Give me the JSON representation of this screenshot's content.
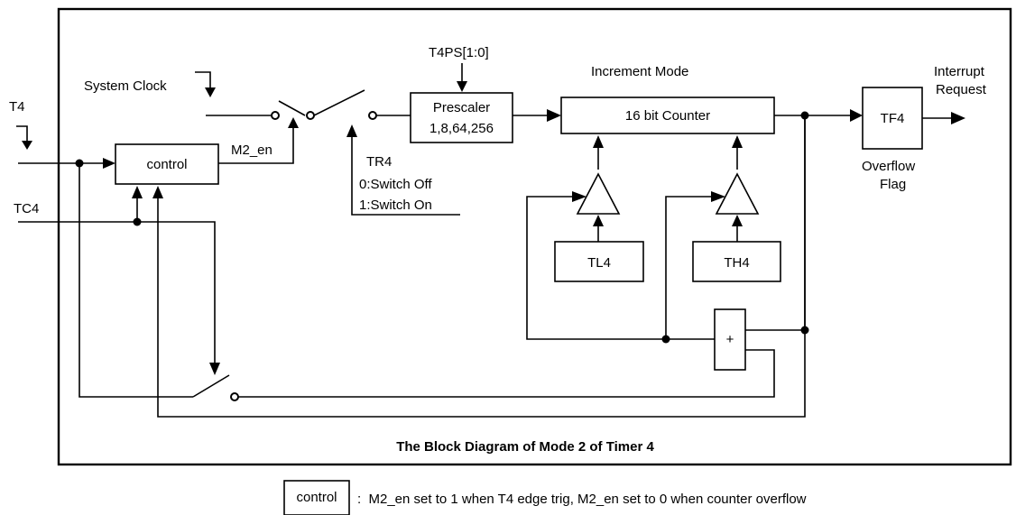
{
  "diagram": {
    "caption": "The Block Diagram of Mode 2 of Timer 4",
    "inputs": {
      "t4": "T4",
      "tc4": "TC4",
      "system_clock": "System Clock"
    },
    "blocks": {
      "control": "control",
      "prescaler_line1": "Prescaler",
      "prescaler_line2": "1,8,64,256",
      "counter": "16 bit Counter",
      "tl4": "TL4",
      "th4": "TH4",
      "tf4": "TF4",
      "adder": "+"
    },
    "labels": {
      "t4ps": "T4PS[1:0]",
      "increment_mode": "Increment Mode",
      "m2_en": "M2_en",
      "tr4": "TR4",
      "tr4_off": "0:Switch Off",
      "tr4_on": "1:Switch On",
      "interrupt_line1": "Interrupt",
      "interrupt_line2": "Request",
      "overflow_line1": "Overflow",
      "overflow_line2": "Flag"
    }
  },
  "legend": {
    "box_label": "control",
    "description": ":  M2_en set to 1 when T4 edge trig, M2_en set to 0 when counter overflow"
  }
}
